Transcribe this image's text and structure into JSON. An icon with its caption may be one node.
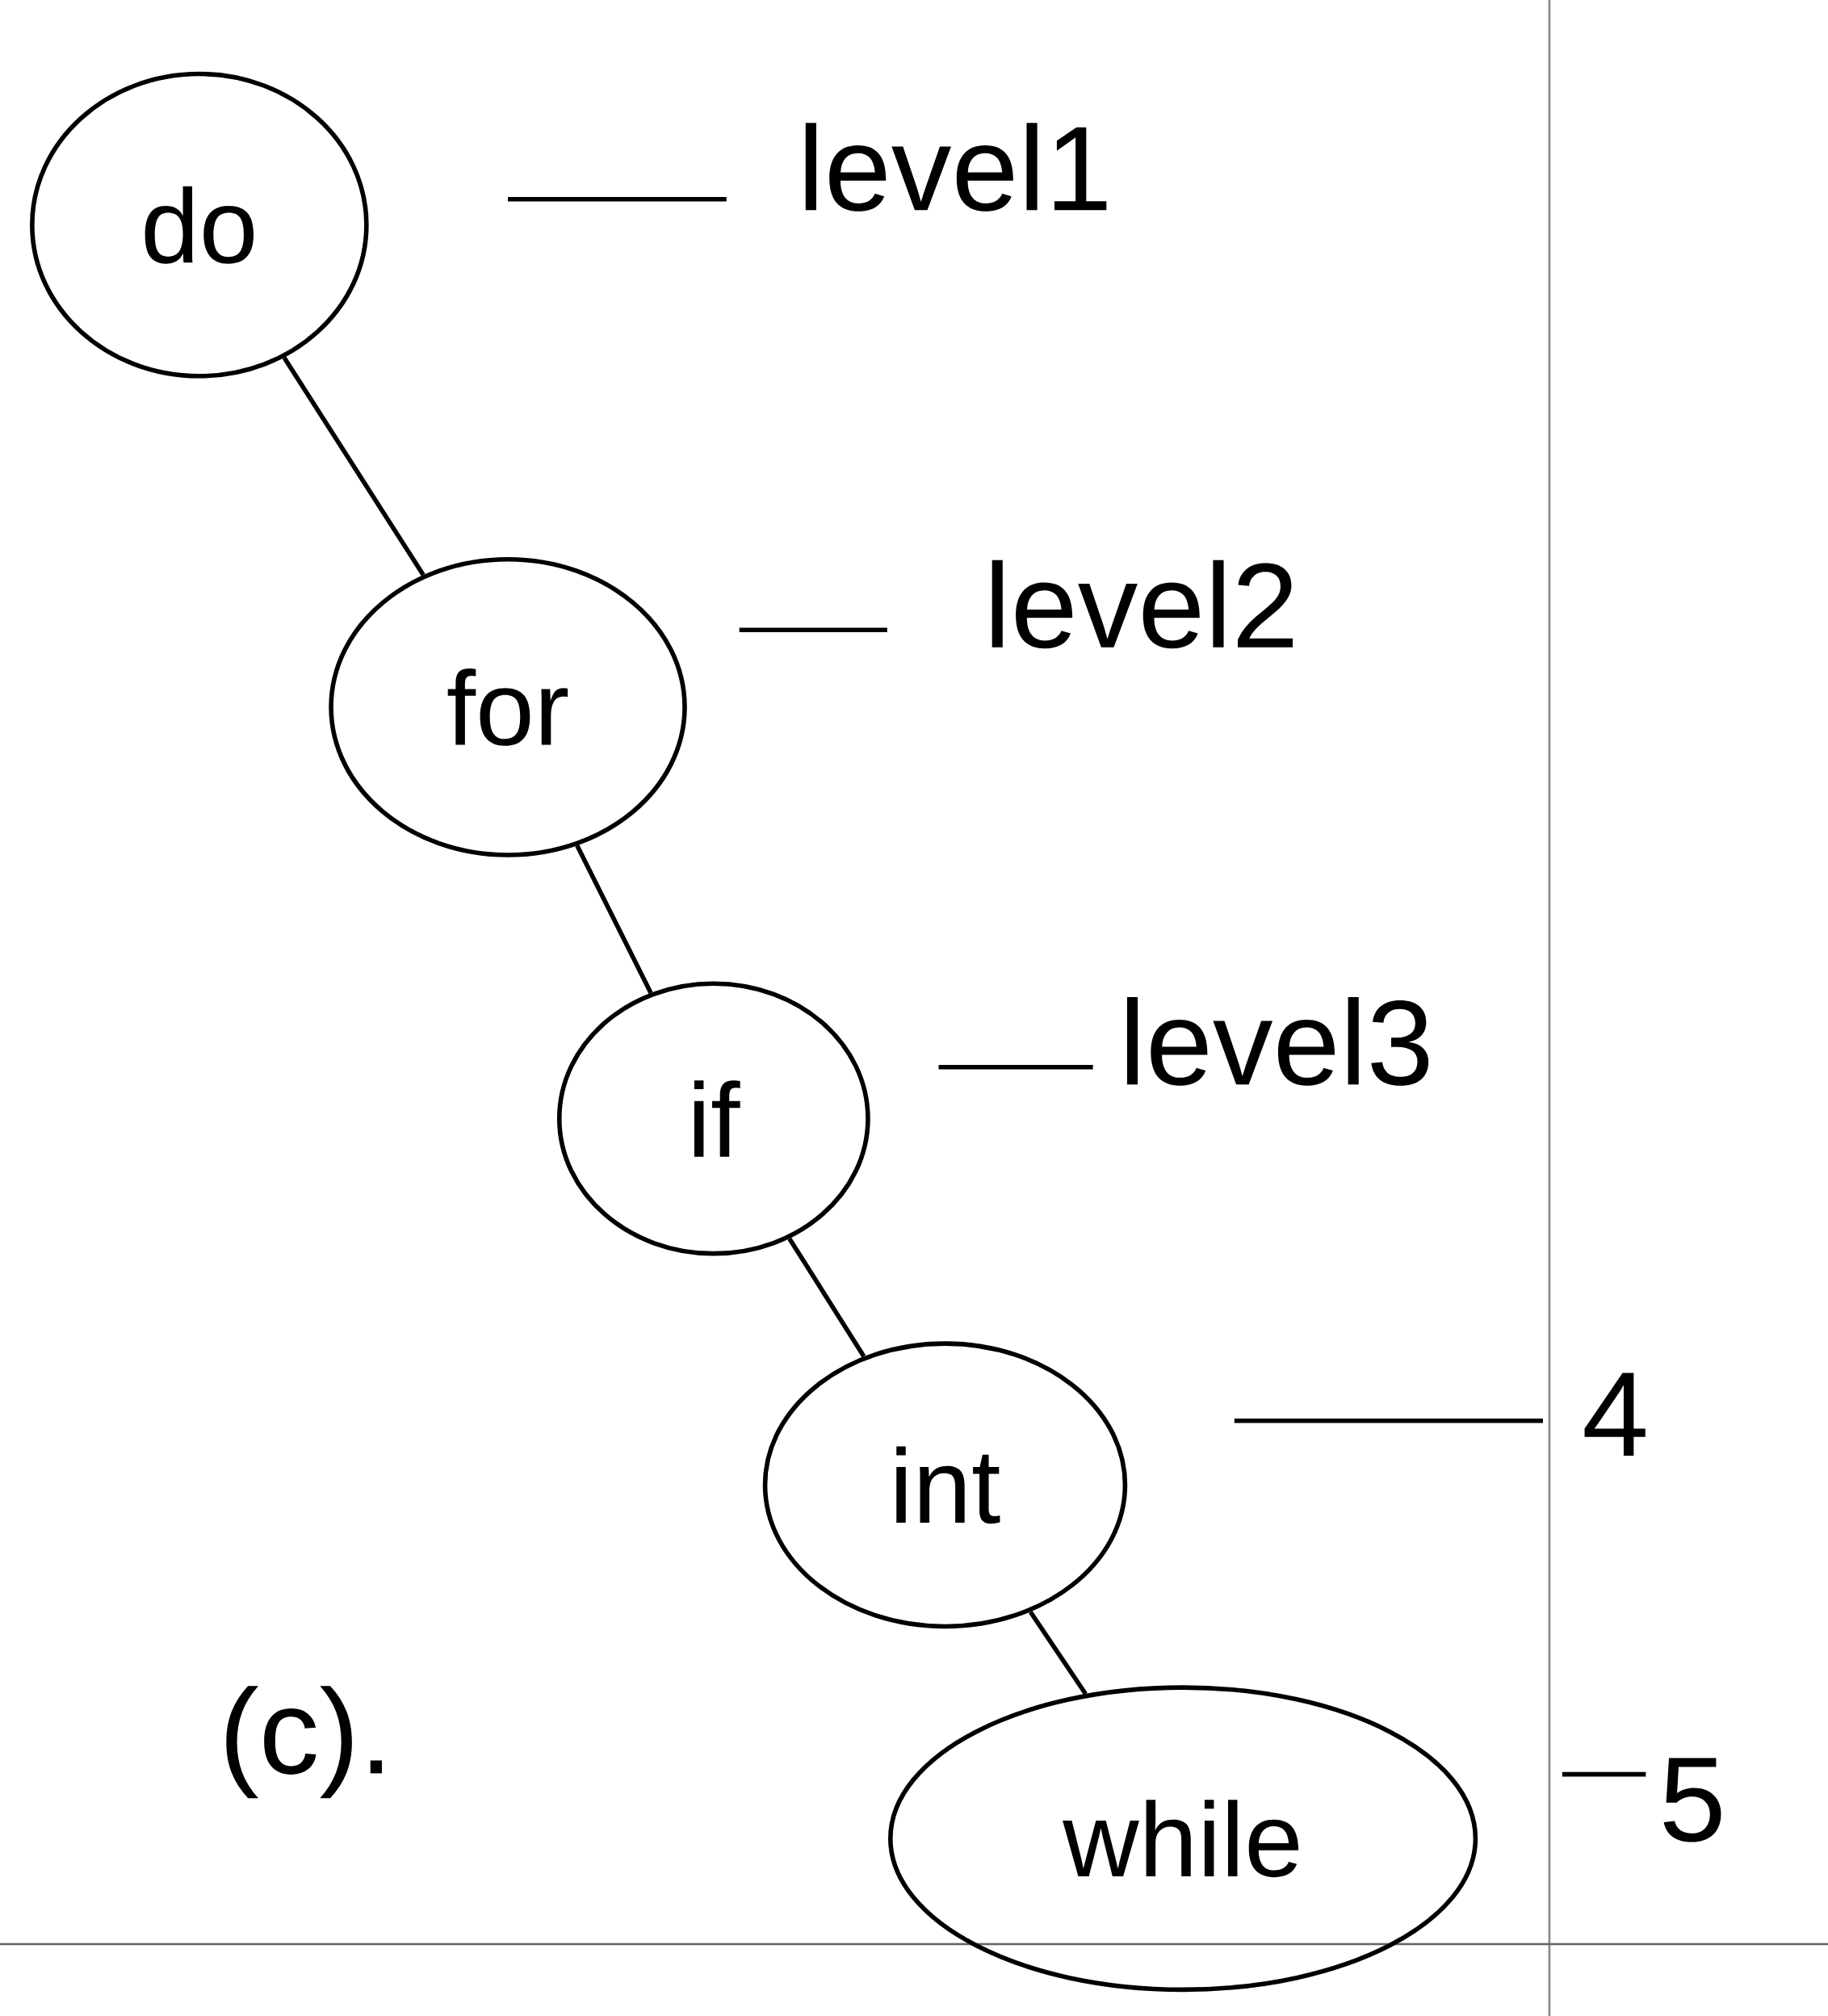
{
  "diagram": {
    "nodes": [
      {
        "text": [
          "do"
        ],
        "beside": [
          "level1"
        ]
      },
      {
        "text": [
          "for"
        ],
        "beside": [
          "level2"
        ]
      },
      {
        "text": [
          "if"
        ],
        "beside": [
          "level3"
        ]
      },
      {
        "text": [
          "int"
        ]
      },
      {
        "text": [
          "while"
        ],
        "beside": [
          "5"
        ]
      }
    ],
    "edges": [
      {
        "from": 0,
        "to": 1,
        "arrow": "none"
      },
      {
        "from": 1,
        "to": 2,
        "arrow": "none"
      },
      {
        "from": 2,
        "to": 3,
        "arrow": "none"
      },
      {
        "from": 3,
        "to": 4,
        "arrow": "none"
      }
    ],
    "labels": [
      "4",
      "(c)."
    ]
  }
}
